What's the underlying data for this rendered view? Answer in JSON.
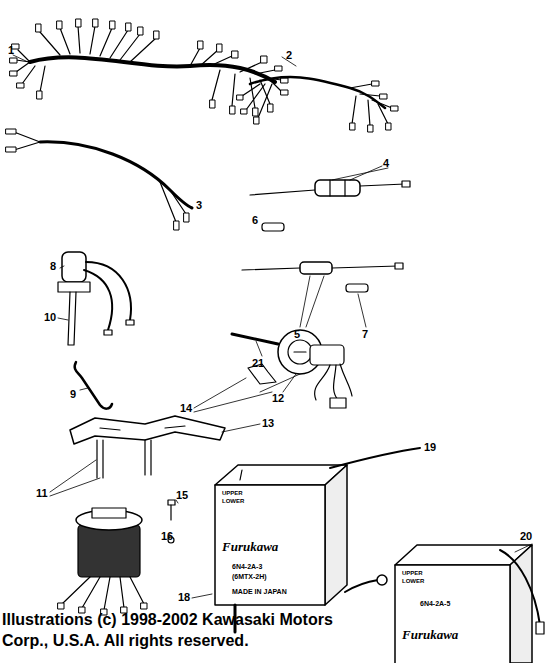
{
  "diagram": {
    "caption": "Illustrations (c) 1998-2002 Kawasaki Motors Corp., U.S.A. All rights reserved.",
    "labels": [
      "1",
      "2",
      "3",
      "4",
      "6",
      "8",
      "5",
      "7",
      "10",
      "21",
      "9",
      "12",
      "14",
      "13",
      "19",
      "11",
      "15",
      "16",
      "20",
      "18",
      "UPPER",
      "LOWER",
      "Furukawa",
      "6N4-2A-3",
      "(6MTX-2H)",
      "MADE IN JAPAN",
      "UPPER",
      "LOWER",
      "Furukawa",
      "6N4-2A-5"
    ]
  }
}
